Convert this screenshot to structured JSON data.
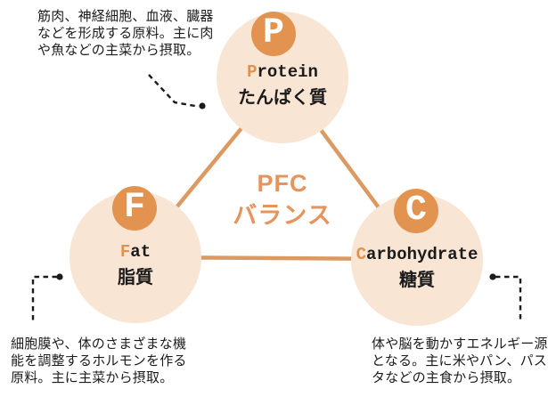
{
  "colors": {
    "badge": "#E2934F",
    "circle_fill": "#F8E5D3",
    "line": "#DC9A63",
    "center_text": "#E6945C",
    "initial_letter": "#E0924D",
    "annotation_text": "#1B1B1B"
  },
  "center": {
    "line1": "PFC",
    "line2": "バランス"
  },
  "nodes": {
    "protein": {
      "badge": "P",
      "initial": "P",
      "rest": "rotein",
      "jp": "たんぱく質"
    },
    "fat": {
      "badge": "F",
      "initial": "F",
      "rest": "at",
      "jp": "脂質"
    },
    "carbohydrate": {
      "badge": "C",
      "initial": "C",
      "rest": "arbohydrate",
      "jp": "糖質"
    }
  },
  "annotations": {
    "protein": "筋肉、神経細胞、血液、臓器\nなどを形成する原料。主に肉\nや魚などの主菜から摂取。",
    "fat": "細胞膜や、体のさまざまな機\n能を調整するホルモンを作る\n原料。主に主菜から摂取。",
    "carbohydrate": "体や脳を動かすエネルギー源\nとなる。主に米やパン、パス\nタなどの主食から摂取。"
  }
}
